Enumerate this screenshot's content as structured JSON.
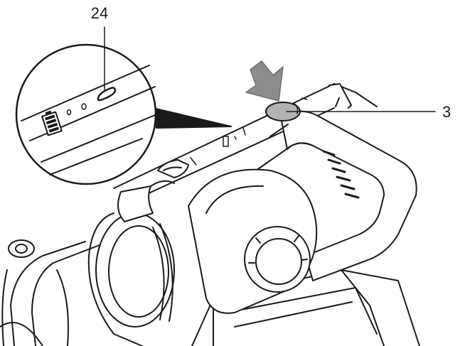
{
  "callouts": [
    {
      "id": "24",
      "label": "24",
      "target": "led-indicator-slot"
    },
    {
      "id": "3",
      "label": "3",
      "target": "release-button"
    }
  ],
  "pointer": {
    "icon": "arrow-down-icon",
    "color": "#8c8c8c"
  },
  "release_button": {
    "color": "#b3b3b3"
  },
  "outline_color": "#1a1a1a"
}
